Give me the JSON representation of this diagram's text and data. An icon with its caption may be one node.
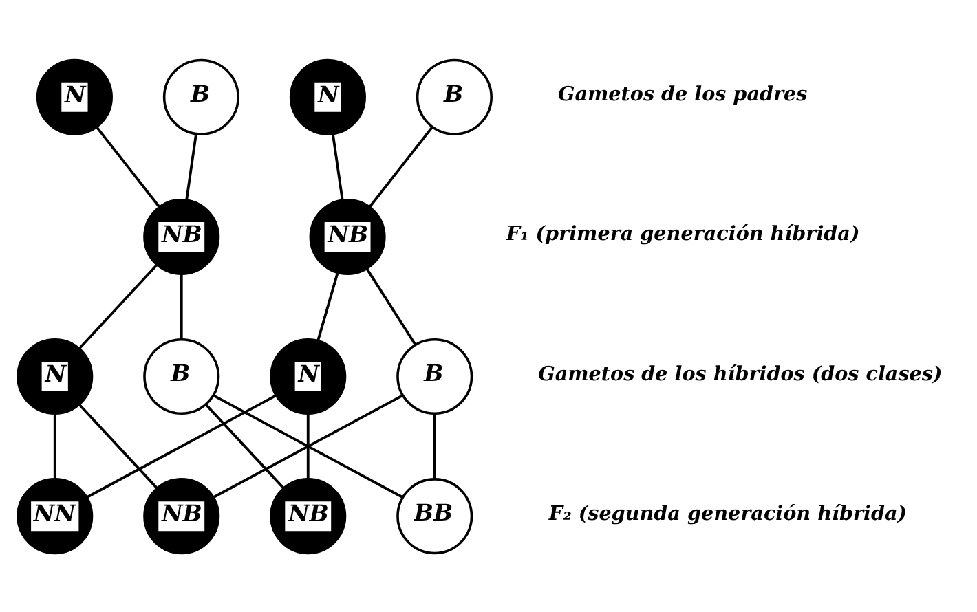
{
  "diagram": {
    "nodes": [
      {
        "text": [
          "N"
        ]
      },
      {
        "text": [
          "B"
        ]
      },
      {
        "text": [
          "N"
        ]
      },
      {
        "text": [
          "B"
        ]
      },
      {
        "text": [
          "NB"
        ]
      },
      {
        "text": [
          "NB"
        ]
      },
      {
        "text": [
          "N"
        ]
      },
      {
        "text": [
          "B"
        ]
      },
      {
        "text": [
          "N"
        ]
      },
      {
        "text": [
          "B"
        ]
      },
      {
        "text": [
          "NN"
        ]
      },
      {
        "text": [
          "NB"
        ]
      },
      {
        "text": [
          "NB"
        ]
      },
      {
        "text": [
          "BB"
        ]
      }
    ],
    "edges": [
      {
        "from": 0,
        "to": 4,
        "arrow": "none"
      },
      {
        "from": 1,
        "to": 4,
        "arrow": "none"
      },
      {
        "from": 2,
        "to": 5,
        "arrow": "none"
      },
      {
        "from": 3,
        "to": 5,
        "arrow": "none"
      },
      {
        "from": 4,
        "to": 6,
        "arrow": "none"
      },
      {
        "from": 4,
        "to": 7,
        "arrow": "none"
      },
      {
        "from": 5,
        "to": 8,
        "arrow": "none"
      },
      {
        "from": 5,
        "to": 9,
        "arrow": "none"
      },
      {
        "from": 6,
        "to": 10,
        "arrow": "none"
      },
      {
        "from": 6,
        "to": 11,
        "arrow": "none"
      },
      {
        "from": 7,
        "to": 12,
        "arrow": "none"
      },
      {
        "from": 7,
        "to": 13,
        "arrow": "none"
      },
      {
        "from": 8,
        "to": 10,
        "arrow": "none"
      },
      {
        "from": 8,
        "to": 12,
        "arrow": "none"
      },
      {
        "from": 9,
        "to": 11,
        "arrow": "none"
      },
      {
        "from": 9,
        "to": 13,
        "arrow": "none"
      }
    ],
    "labels": [
      "Gametos de los padres",
      "F₁ (primera generación híbrida)",
      "Gametos de los híbridos (dos clases)",
      "F₂ (segunda generación híbrida)"
    ]
  }
}
